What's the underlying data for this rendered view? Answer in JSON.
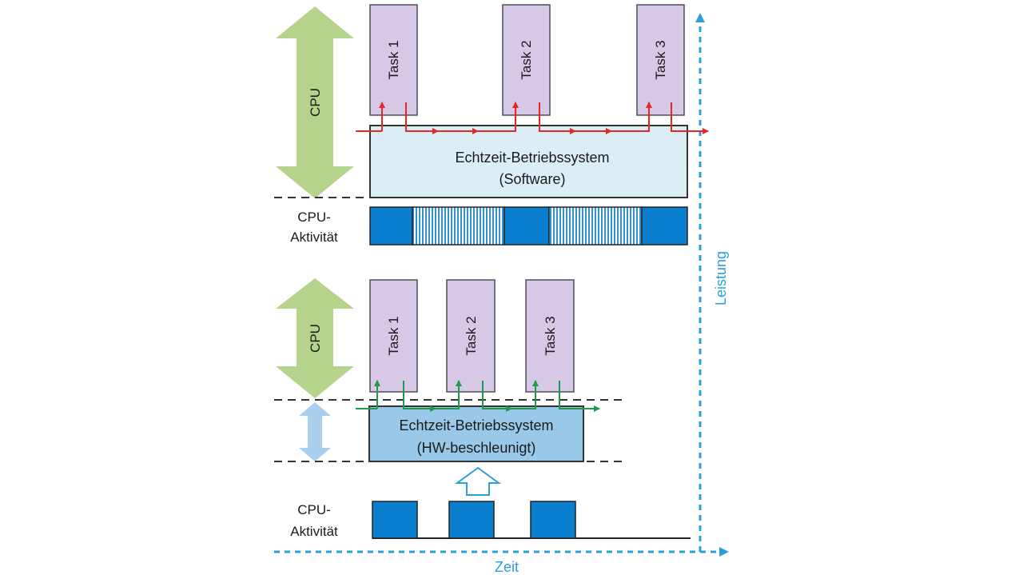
{
  "colors": {
    "task_fill": "#d6c8e6",
    "task_stroke": "#4d4d55",
    "cpu_arrow": "#b5d38a",
    "os_software_fill": "#dbeef5",
    "os_hw_fill": "#99c8e8",
    "cpu_activity": "#0b7fcf",
    "flow_software": "#e52821",
    "flow_hw": "#1e9a4a",
    "axis": "#2a9fd8",
    "small_arrow": "#a9cfee"
  },
  "top": {
    "cpu_label": "CPU",
    "tasks": [
      "Task 1",
      "Task 2",
      "Task 3"
    ],
    "os_line1": "Echtzeit-Betriebssystem",
    "os_line2": "(Software)",
    "activity_line1": "CPU-",
    "activity_line2": "Aktivität"
  },
  "bottom": {
    "cpu_label": "CPU",
    "tasks": [
      "Task 1",
      "Task 2",
      "Task 3"
    ],
    "os_line1": "Echtzeit-Betriebssystem",
    "os_line2": "(HW-beschleunigt)",
    "activity_line1": "CPU-",
    "activity_line2": "Aktivität"
  },
  "axes": {
    "x_label": "Zeit",
    "y_label": "Leistung"
  }
}
